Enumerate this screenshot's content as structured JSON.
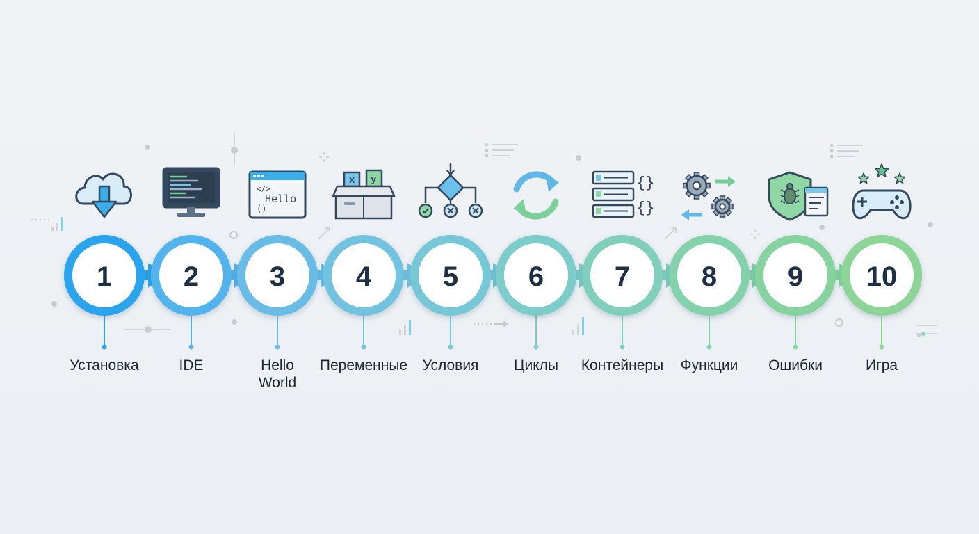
{
  "steps": [
    {
      "number": "1",
      "label": "Установка",
      "icon": "cloud-download-icon",
      "color": "#2aa4ec"
    },
    {
      "number": "2",
      "label": "IDE",
      "icon": "monitor-code-icon",
      "color": "#53b3ec"
    },
    {
      "number": "3",
      "label": "Hello\nWorld",
      "icon": "browser-code-window-icon",
      "color": "#68bce6"
    },
    {
      "number": "4",
      "label": "Переменные",
      "icon": "variable-box-icon",
      "color": "#72c3df"
    },
    {
      "number": "5",
      "label": "Условия",
      "icon": "flowchart-decision-icon",
      "color": "#77c8d7"
    },
    {
      "number": "6",
      "label": "Циклы",
      "icon": "loop-arrows-icon",
      "color": "#7bccc9"
    },
    {
      "number": "7",
      "label": "Контейнеры",
      "icon": "list-container-icon",
      "color": "#7fcfba"
    },
    {
      "number": "8",
      "label": "Функции",
      "icon": "gears-exchange-icon",
      "color": "#83d2ab"
    },
    {
      "number": "9",
      "label": "Ошибки",
      "icon": "bug-shield-icon",
      "color": "#87d39f"
    },
    {
      "number": "10",
      "label": "Игра",
      "icon": "gamepad-stars-icon",
      "color": "#8dd596"
    }
  ],
  "icon_text": {
    "hello_line1": "</>",
    "hello_line2": "Hello",
    "hello_line3": "()",
    "var_x": "x",
    "var_y": "y",
    "brace_1": "{}",
    "brace_2": "{}"
  }
}
